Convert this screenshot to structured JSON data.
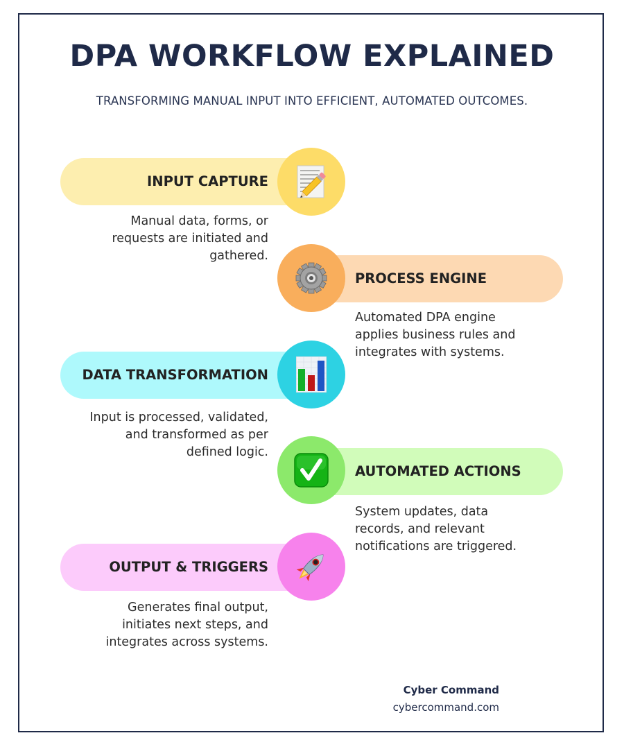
{
  "header": {
    "title": "DPA WORKFLOW EXPLAINED",
    "subtitle": "TRANSFORMING MANUAL INPUT INTO EFFICIENT, AUTOMATED OUTCOMES."
  },
  "steps": [
    {
      "label": "INPUT CAPTURE",
      "icon": "memo-pencil-icon",
      "pill_color": "#fdeeaf",
      "circle_color": "#fddc68",
      "side": "left",
      "description_lines": [
        "Manual data, forms, or",
        "requests are initiated and",
        "gathered."
      ]
    },
    {
      "label": "PROCESS ENGINE",
      "icon": "gear-icon",
      "pill_color": "#fdd9b3",
      "circle_color": "#f9ae5c",
      "side": "right",
      "description_lines": [
        "Automated DPA engine",
        "applies business rules and",
        "integrates with systems."
      ]
    },
    {
      "label": "DATA TRANSFORMATION",
      "icon": "bar-chart-icon",
      "pill_color": "#aef9fc",
      "circle_color": "#2dd2e3",
      "side": "left",
      "description_lines": [
        "Input is processed, validated,",
        "and transformed as per",
        "defined logic."
      ]
    },
    {
      "label": "AUTOMATED ACTIONS",
      "icon": "check-mark-icon",
      "pill_color": "#d1fcba",
      "circle_color": "#8ce96b",
      "side": "right",
      "description_lines": [
        "System updates, data",
        "records, and relevant",
        "notifications are triggered."
      ]
    },
    {
      "label": "OUTPUT & TRIGGERS",
      "icon": "rocket-icon",
      "pill_color": "#fccbfb",
      "circle_color": "#f782ec",
      "side": "left",
      "description_lines": [
        "Generates final output,",
        "initiates next steps, and",
        "integrates across systems."
      ]
    }
  ],
  "footer": {
    "brand": "Cyber Command",
    "url": "cybercommand.com"
  },
  "colors": {
    "border": "#1f2a48",
    "title": "#1f2a48"
  }
}
